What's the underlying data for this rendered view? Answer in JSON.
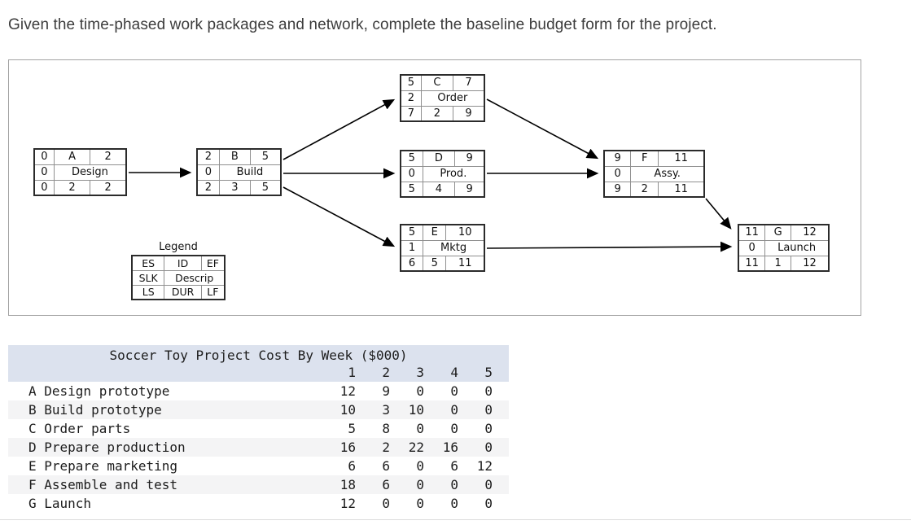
{
  "page": {
    "title": "Given the time-phased work packages and network, complete the baseline budget form for the project."
  },
  "network": {
    "legend": {
      "title": "Legend",
      "es": "ES",
      "id": "ID",
      "ef": "EF",
      "slk": "SLK",
      "descrip": "Descrip",
      "ls": "LS",
      "dur": "DUR",
      "lf": "LF"
    },
    "nodes": [
      {
        "id": "A",
        "es": "0",
        "ef": "2",
        "slk": "0",
        "descrip": "Design",
        "ls": "0",
        "dur": "2",
        "lf": "2"
      },
      {
        "id": "B",
        "es": "2",
        "ef": "5",
        "slk": "0",
        "descrip": "Build",
        "ls": "2",
        "dur": "3",
        "lf": "5"
      },
      {
        "id": "C",
        "es": "5",
        "ef": "7",
        "slk": "2",
        "descrip": "Order",
        "ls": "7",
        "dur": "2",
        "lf": "9"
      },
      {
        "id": "D",
        "es": "5",
        "ef": "9",
        "slk": "0",
        "descrip": "Prod.",
        "ls": "5",
        "dur": "4",
        "lf": "9"
      },
      {
        "id": "E",
        "es": "5",
        "ef": "10",
        "slk": "1",
        "descrip": "Mktg",
        "ls": "6",
        "dur": "5",
        "lf": "11"
      },
      {
        "id": "F",
        "es": "9",
        "ef": "11",
        "slk": "0",
        "descrip": "Assy.",
        "ls": "9",
        "dur": "2",
        "lf": "11"
      },
      {
        "id": "G",
        "es": "11",
        "ef": "12",
        "slk": "0",
        "descrip": "Launch",
        "ls": "11",
        "dur": "1",
        "lf": "12"
      }
    ],
    "edges": [
      {
        "from": "A",
        "to": "B"
      },
      {
        "from": "B",
        "to": "C"
      },
      {
        "from": "B",
        "to": "D"
      },
      {
        "from": "B",
        "to": "E"
      },
      {
        "from": "C",
        "to": "F"
      },
      {
        "from": "D",
        "to": "F"
      },
      {
        "from": "E",
        "to": "G"
      },
      {
        "from": "F",
        "to": "G"
      }
    ]
  },
  "cost_table": {
    "title": "Soccer Toy Project Cost By Week ($000)",
    "week_headers": [
      "1",
      "2",
      "3",
      "4",
      "5"
    ],
    "rows": [
      {
        "label": "A Design prototype",
        "values": [
          "12",
          "9",
          "0",
          "0",
          "0"
        ]
      },
      {
        "label": "B Build prototype",
        "values": [
          "10",
          "3",
          "10",
          "0",
          "0"
        ]
      },
      {
        "label": "C Order parts",
        "values": [
          "5",
          "8",
          "0",
          "0",
          "0"
        ]
      },
      {
        "label": "D Prepare production",
        "values": [
          "16",
          "2",
          "22",
          "16",
          "0"
        ]
      },
      {
        "label": "E Prepare marketing",
        "values": [
          "6",
          "6",
          "0",
          "6",
          "12"
        ]
      },
      {
        "label": "F Assemble and test",
        "values": [
          "18",
          "6",
          "0",
          "0",
          "0"
        ]
      },
      {
        "label": "G Launch",
        "values": [
          "12",
          "0",
          "0",
          "0",
          "0"
        ]
      }
    ]
  },
  "colors": {
    "table_header_bg": "#dce2ee",
    "row_stripe_bg": "#f4f4f5",
    "panel_border": "#a3a3a3",
    "arrow_color": "#000000"
  }
}
